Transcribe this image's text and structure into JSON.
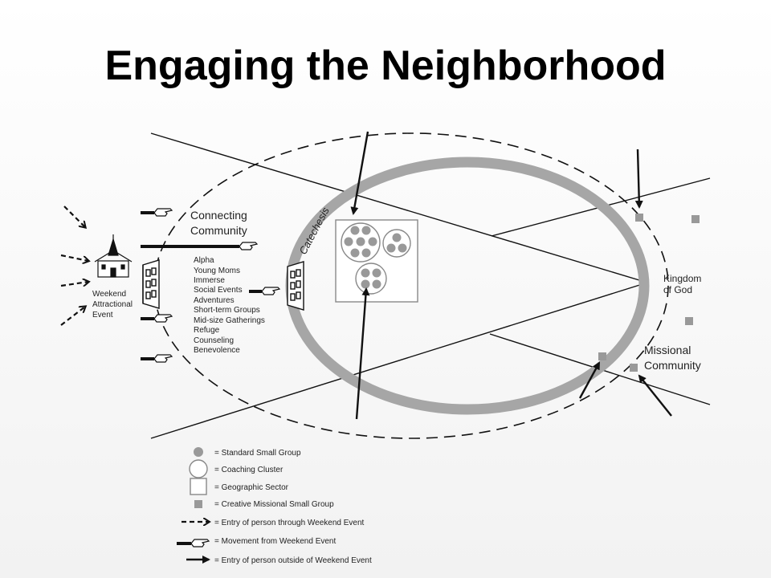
{
  "slide": {
    "title": "Engaging the Neighborhood"
  },
  "diagram": {
    "connecting_community_line1": "Connecting",
    "connecting_community_line2": "Community",
    "catechesis": "Catechesis",
    "kingdom_line1": "Kingdom",
    "kingdom_line2": "of God",
    "missional_line1": "Missional",
    "missional_line2": "Community",
    "church_line1": "Weekend",
    "church_line2": "Attractional",
    "church_line3": "Event",
    "ministries": [
      "Alpha",
      "Young Moms",
      "Immerse",
      "Social Events",
      "Adventures",
      "Short-term Groups",
      "Mid-size Gatherings",
      "Refuge",
      "Counseling",
      "Benevolence"
    ]
  },
  "legend": [
    {
      "key": "small_group",
      "label": "= Standard Small Group"
    },
    {
      "key": "cluster",
      "label": "= Coaching Cluster"
    },
    {
      "key": "sector",
      "label": "= Geographic Sector"
    },
    {
      "key": "missional_group",
      "label": "= Creative Missional Small Group"
    },
    {
      "key": "entry_weekend",
      "label": "= Entry of person through Weekend Event"
    },
    {
      "key": "movement",
      "label": "= Movement from Weekend Event"
    },
    {
      "key": "entry_outside",
      "label": "= Entry of person outside of Weekend Event"
    }
  ],
  "colors": {
    "ring": "#a6a6a6",
    "node": "#999999",
    "ink": "#111111"
  }
}
